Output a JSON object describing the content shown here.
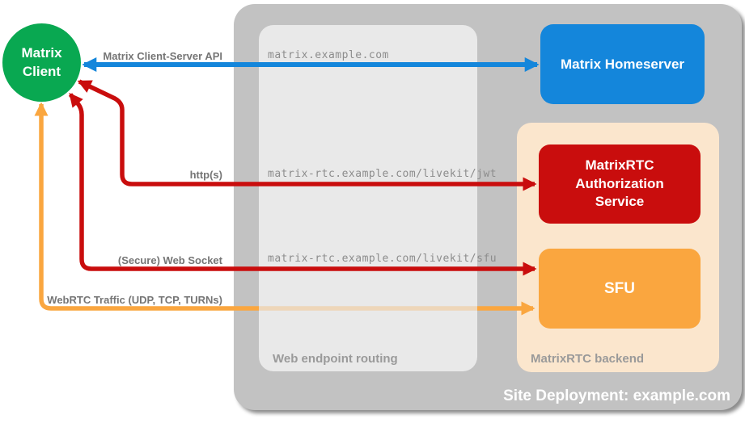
{
  "diagram_title": "Site Deployment: example.com",
  "client": {
    "lines": [
      "Matrix",
      "Client"
    ],
    "color": "#09a851"
  },
  "homeserver": {
    "label": "Matrix Homeserver",
    "color": "#1486db"
  },
  "site": {
    "label": "Site Deployment: example.com",
    "bg": "#c2c2c2"
  },
  "routing_panel": {
    "label": "Web endpoint routing",
    "bg": "#e9e9e9",
    "endpoints": [
      "matrix.example.com",
      "matrix-rtc.example.com/livekit/jwt",
      "matrix-rtc.example.com/livekit/sfu"
    ]
  },
  "backend": {
    "label": "MatrixRTC backend",
    "bg": "#fbe6cd",
    "auth_service": {
      "label": "MatrixRTC Authorization Service",
      "color": "#c90d0d"
    },
    "sfu": {
      "label": "SFU",
      "color": "#faa63f"
    }
  },
  "connections": [
    {
      "label": "Matrix Client-Server API",
      "color": "#1486db",
      "from": "Matrix Client",
      "to": "Matrix Homeserver"
    },
    {
      "label": "http(s)",
      "color": "#c90d0d",
      "from": "Matrix Client",
      "to": "MatrixRTC Authorization Service"
    },
    {
      "label": "(Secure) Web Socket",
      "color": "#c90d0d",
      "from": "Matrix Client",
      "to": "SFU"
    },
    {
      "label": "WebRTC Traffic (UDP, TCP, TURNs)",
      "color": "#faa63f",
      "from": "Matrix Client",
      "to": "SFU"
    }
  ]
}
